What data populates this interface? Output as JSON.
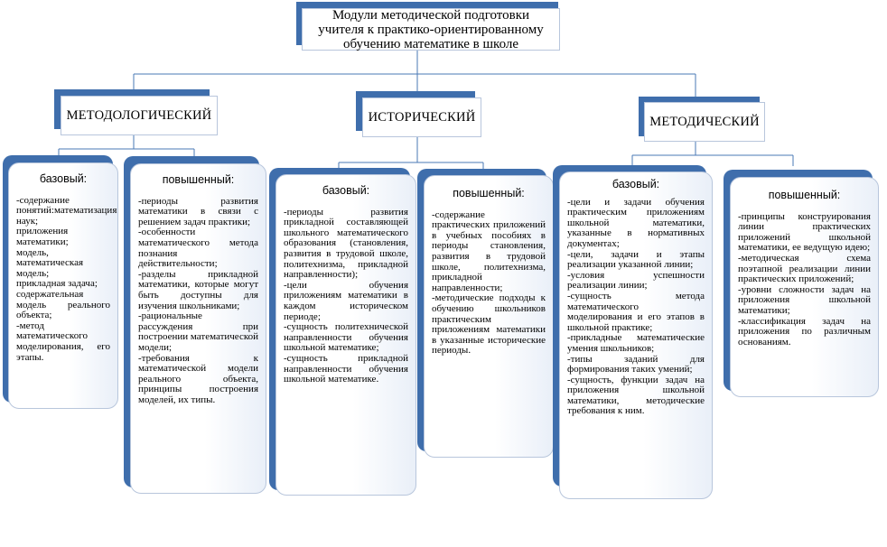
{
  "title": "Модули методической подготовки учителя к практико-ориентированному обучению математике в школе",
  "modules": [
    {
      "name": "МЕТОДОЛОГИЧЕСКИЙ",
      "basic": {
        "label": "базовый:",
        "items": [
          "-содержание понятий:математизация наук;",
          "приложения математики;",
          "модель, математическая модель;",
          "прикладная задача;",
          "содержательная модель реального объекта;",
          "-метод математического моделирования, его этапы."
        ]
      },
      "advanced": {
        "label": "повышенный:",
        "items": [
          "-периоды развития математики в связи с решением задач практики;",
          "-особенности математического метода познания действительности;",
          "-разделы прикладной математики, которые могут быть доступны для изучения школьниками;",
          "-рациональные рассуждения при построении математической модели;",
          "-требования к математической модели реального объекта, принципы построения моделей, их типы."
        ]
      }
    },
    {
      "name": "ИСТОРИЧЕСКИЙ",
      "basic": {
        "label": "базовый:",
        "items": [
          "-периоды развития прикладной составляющей школьного математического образования (становления, развития в трудовой школе, политехнизма, прикладной направленности);",
          "-цели обучения приложениям математики в каждом историческом периоде;",
          "-сущность политехнической направленности обучения школьной математике;",
          "-сущность прикладной направленности обучения школьной математике."
        ]
      },
      "advanced": {
        "label": "повышенный:",
        "items": [
          "-содержание практических приложений в учебных пособиях в периоды становления, развития в трудовой школе, политехнизма, прикладной направленности;",
          "-методические подходы к обучению школьников практическим приложениям математики в указанные исторические периоды."
        ]
      }
    },
    {
      "name": "МЕТОДИЧЕСКИЙ",
      "basic": {
        "label": "базовый:",
        "items": [
          "-цели и задачи обучения практическим приложениям школьной математики, указанные в нормативных документах;",
          "-цели, задачи и этапы реализации указанной линии;",
          "-условия успешности реализации линии;",
          "-сущность метода математического моделирования и его этапов в школьной практике;",
          "-прикладные математические умения школьников;",
          "-типы заданий для формирования таких умений;",
          "-сущность, функции задач на приложения школьной математики, методические требования к ним."
        ]
      },
      "advanced": {
        "label": "повышенный:",
        "items": [
          "-принципы конструирования линии практических приложений школьной математики, ее ведущую идею;",
          "-методическая схема поэтапной реализации линии практических приложений;",
          "-уровни сложности задач на приложения школьной математики;",
          "-классификация задач на приложения по различным основаниям."
        ]
      }
    }
  ]
}
